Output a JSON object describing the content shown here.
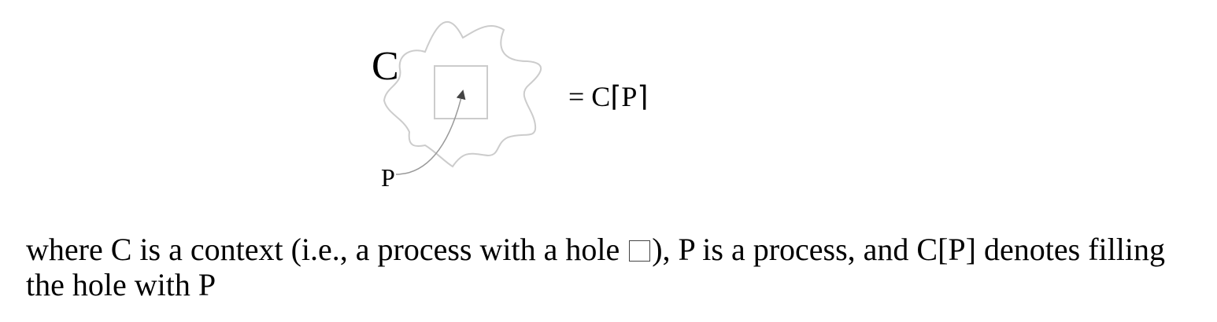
{
  "diagram": {
    "context_label": "C",
    "process_label": "P",
    "equation_text": "= C⌈P⌉",
    "stroke_color": "#cccccc",
    "text_color": "#000000"
  },
  "caption": {
    "part1": "where C is a context (i.e., a process with a hole ",
    "hole_symbol": "□",
    "part2": "), P is a process, and C[P] denotes filling the hole with P"
  }
}
